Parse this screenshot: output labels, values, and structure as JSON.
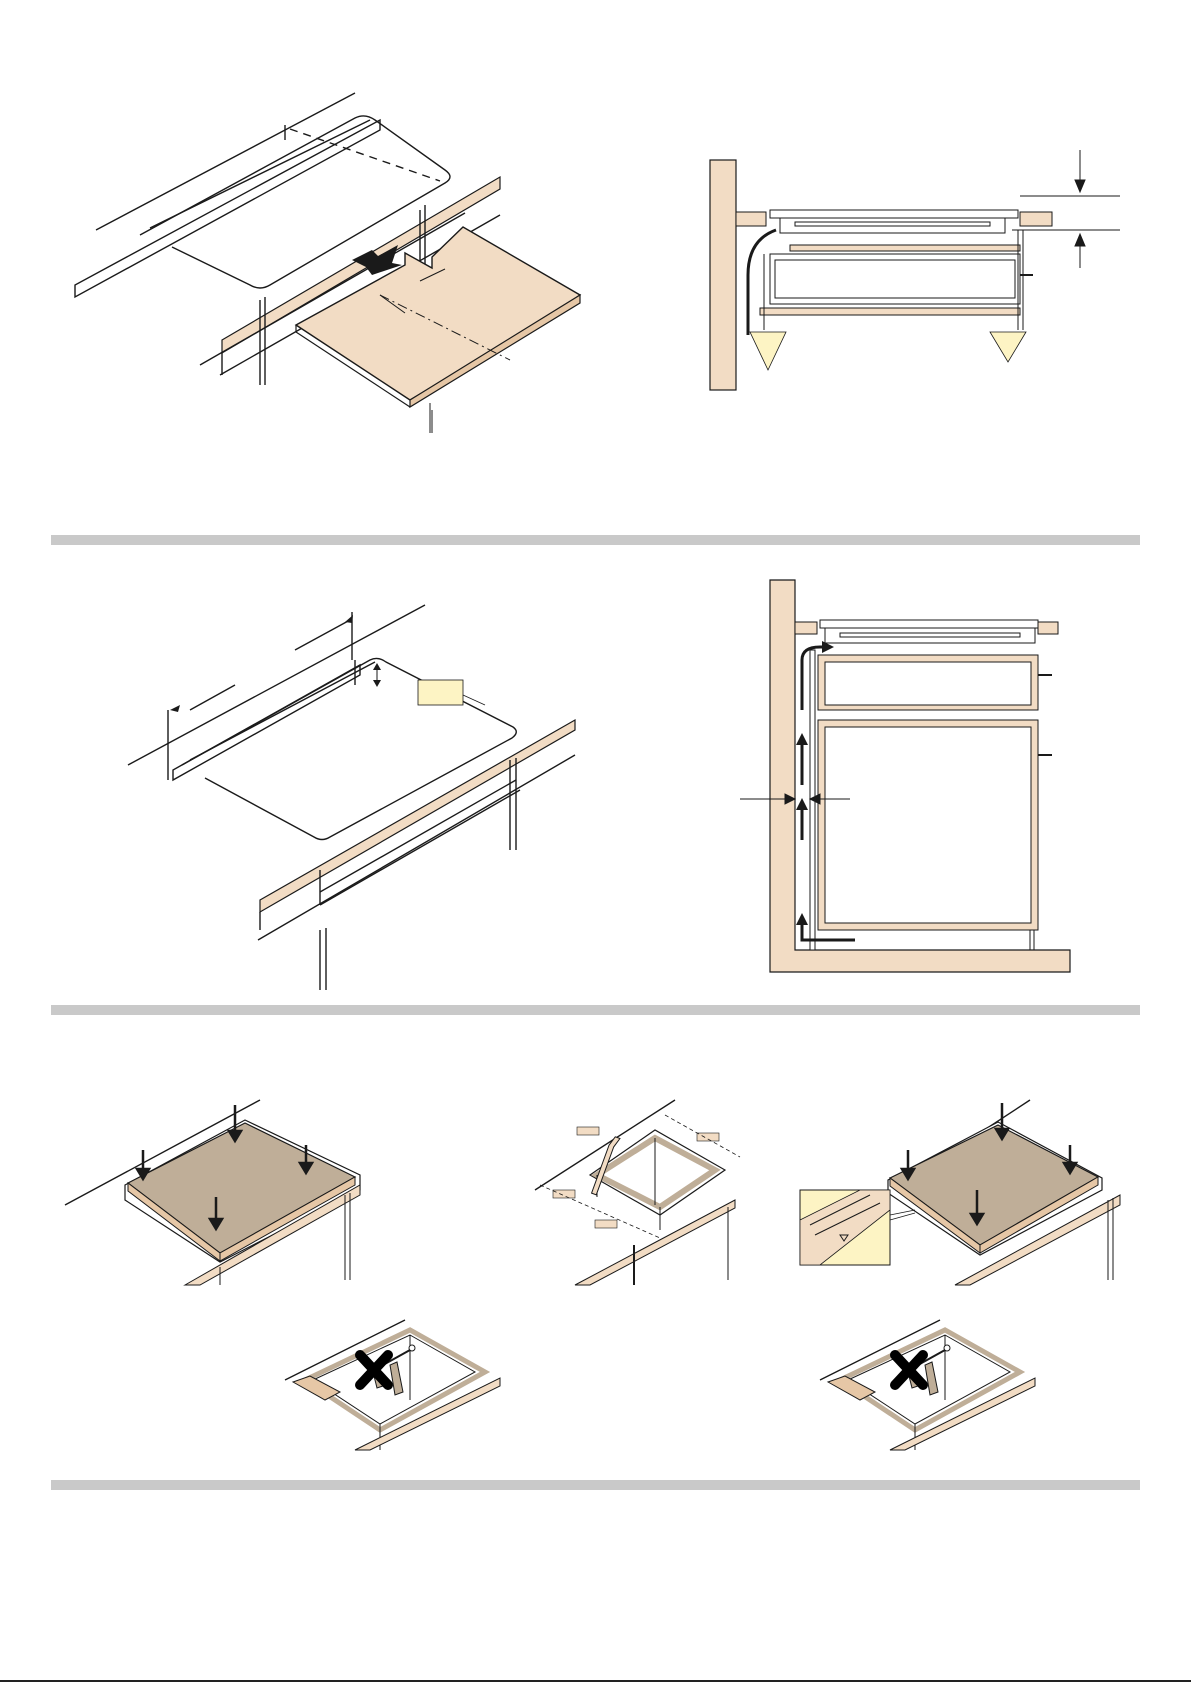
{
  "document": {
    "footer_text": "",
    "palette": {
      "wood": "#f2dcc4",
      "wood_dark": "#e6c7a6",
      "hob_surface": "#bfae98",
      "airflow": "#fdf4c4",
      "separator": "#c9c9c9",
      "ink": "#1a1a1a"
    },
    "figures": [
      {
        "id": "fig-1",
        "subject": "cutout-template-placement",
        "icon": "arrow-icon"
      },
      {
        "id": "fig-2",
        "subject": "ventilation-with-drawer-section",
        "icon": "airflow-icon"
      },
      {
        "id": "fig-3",
        "subject": "cutout-dimensions-perspective",
        "icon": "dimension-icon"
      },
      {
        "id": "fig-4",
        "subject": "ventilation-with-oven-section",
        "icon": "airflow-icon"
      },
      {
        "id": "fig-5",
        "subject": "hob-insertion-press-down",
        "icon": "arrow-down-icon"
      },
      {
        "id": "fig-6",
        "subject": "sealant-application",
        "icon": "pencil-icon"
      },
      {
        "id": "fig-7",
        "subject": "hob-seated-detail",
        "icon": "magnifier-icon"
      },
      {
        "id": "fig-8",
        "subject": "no-screws-warning",
        "icon": "cross-icon"
      },
      {
        "id": "fig-9",
        "subject": "no-screws-warning",
        "icon": "cross-icon"
      }
    ]
  }
}
